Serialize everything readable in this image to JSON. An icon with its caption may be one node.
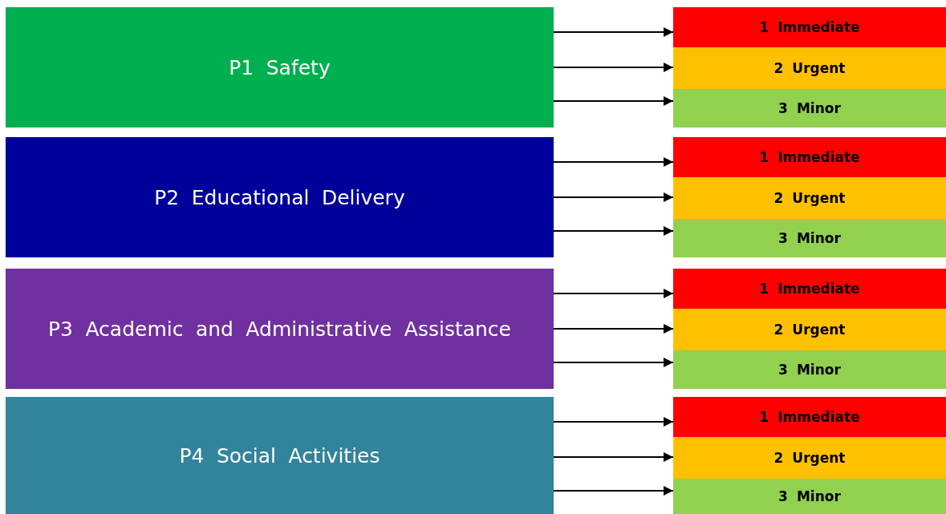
{
  "diagram": {
    "nodes": [
      {
        "text": [
          "P1 Safety"
        ]
      },
      {
        "text": [
          "1 Immediate"
        ]
      },
      {
        "text": [
          "2 Urgent"
        ]
      },
      {
        "text": [
          "3 Minor"
        ]
      },
      {
        "text": [
          "P2 Educational Delivery"
        ]
      },
      {
        "text": [
          "1 Immediate"
        ]
      },
      {
        "text": [
          "2 Urgent"
        ]
      },
      {
        "text": [
          "3 Minor"
        ]
      },
      {
        "text": [
          "P3 Academic and Administrative Assistance"
        ]
      },
      {
        "text": [
          "1 Immediate"
        ]
      },
      {
        "text": [
          "2 Urgent"
        ]
      },
      {
        "text": [
          "3 Minor"
        ]
      },
      {
        "text": [
          "P4 Social Activities"
        ]
      },
      {
        "text": [
          "1 Immediate"
        ]
      },
      {
        "text": [
          "2 Urgent"
        ]
      },
      {
        "text": [
          "3 Minor"
        ]
      }
    ],
    "edges": [
      {
        "from": 0,
        "to": 1,
        "arrow": "to"
      },
      {
        "from": 0,
        "to": 2,
        "arrow": "to"
      },
      {
        "from": 0,
        "to": 3,
        "arrow": "to"
      },
      {
        "from": 4,
        "to": 5,
        "arrow": "to"
      },
      {
        "from": 4,
        "to": 6,
        "arrow": "to"
      },
      {
        "from": 4,
        "to": 7,
        "arrow": "to"
      },
      {
        "from": 8,
        "to": 9,
        "arrow": "to"
      },
      {
        "from": 8,
        "to": 10,
        "arrow": "to"
      },
      {
        "from": 8,
        "to": 11,
        "arrow": "to"
      },
      {
        "from": 12,
        "to": 13,
        "arrow": "to"
      },
      {
        "from": 12,
        "to": 14,
        "arrow": "to"
      },
      {
        "from": 12,
        "to": 15,
        "arrow": "to"
      }
    ]
  }
}
